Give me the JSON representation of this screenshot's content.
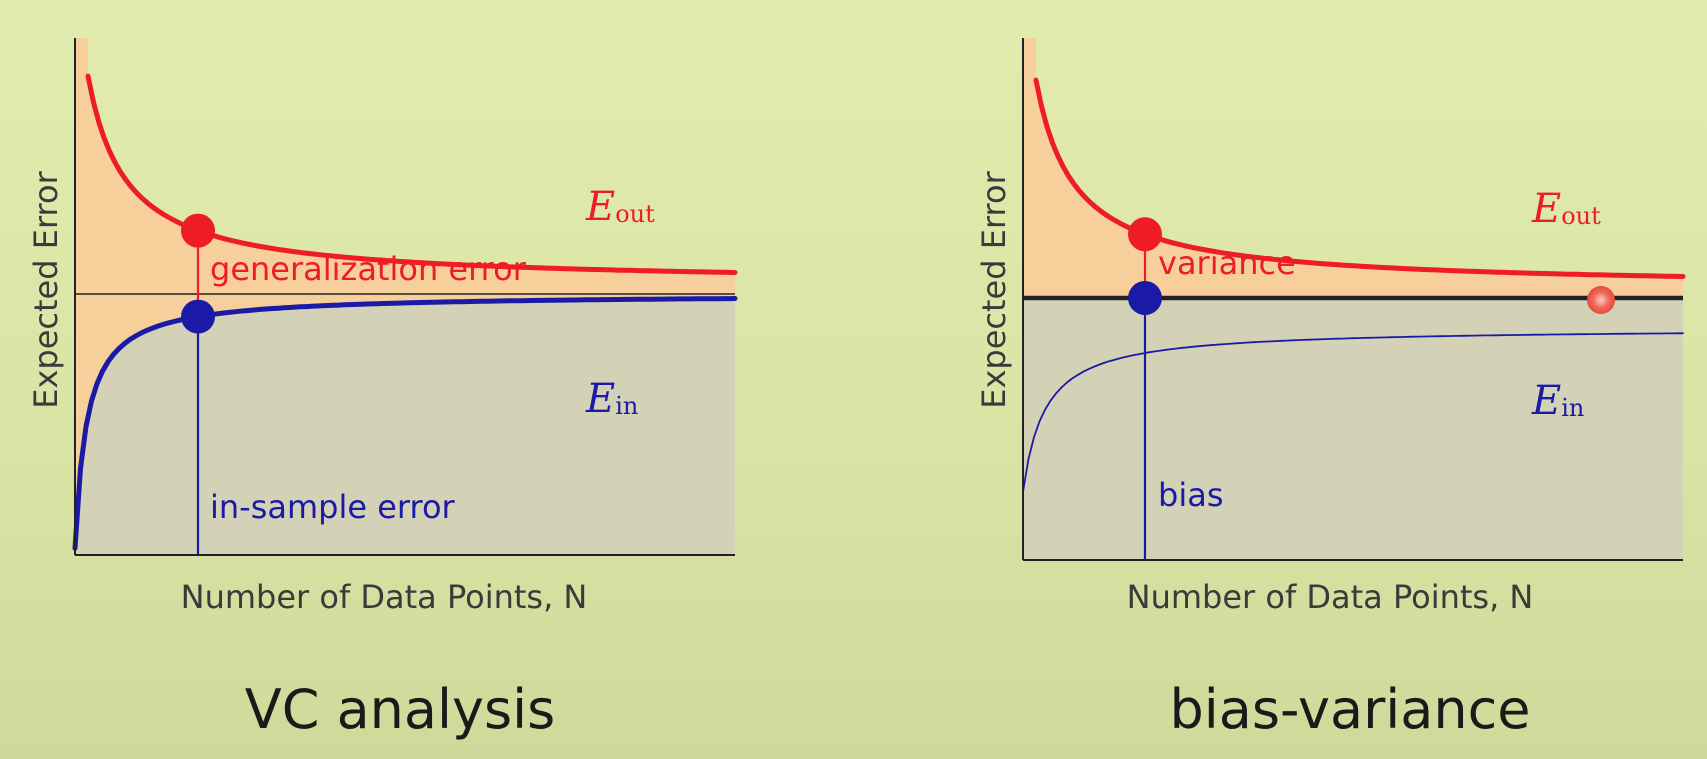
{
  "colors": {
    "background": "#dfe9aa",
    "outer_fill": "#f6cf9a",
    "inner_fill": "#d4d2b6",
    "eout": "#ee1c24",
    "ein": "#1a1aa6",
    "axis": "#222222"
  },
  "chart_data": [
    {
      "type": "line",
      "caption": "VC analysis",
      "xlabel": "Number of Data Points, N",
      "ylabel": "Expected Error",
      "series": [
        {
          "name": "E_out",
          "label_main": "E",
          "label_sub": "out",
          "shape": "decreasing, asymptotic to limit"
        },
        {
          "name": "E_in",
          "label_main": "E",
          "label_sub": "in",
          "shape": "increasing, asymptotic to limit"
        }
      ],
      "limit_line": "thin horizontal line",
      "highlight_points": [
        "E_out at marked N",
        "E_in at marked N"
      ],
      "annotations": {
        "upper": "generalization error",
        "lower": "in-sample error"
      }
    },
    {
      "type": "line",
      "caption": "bias-variance",
      "xlabel": "Number of Data Points, N",
      "ylabel": "Expected Error",
      "series": [
        {
          "name": "E_out",
          "label_main": "E",
          "label_sub": "out",
          "shape": "decreasing, asymptotic to limit"
        },
        {
          "name": "E_in",
          "label_main": "E",
          "label_sub": "in",
          "shape": "increasing, thin line"
        }
      ],
      "limit_line": "thick horizontal line",
      "highlight_points": [
        "E_out at marked N",
        "limit at marked N",
        "limit at large N"
      ],
      "annotations": {
        "upper": "variance",
        "lower": "bias"
      }
    }
  ]
}
